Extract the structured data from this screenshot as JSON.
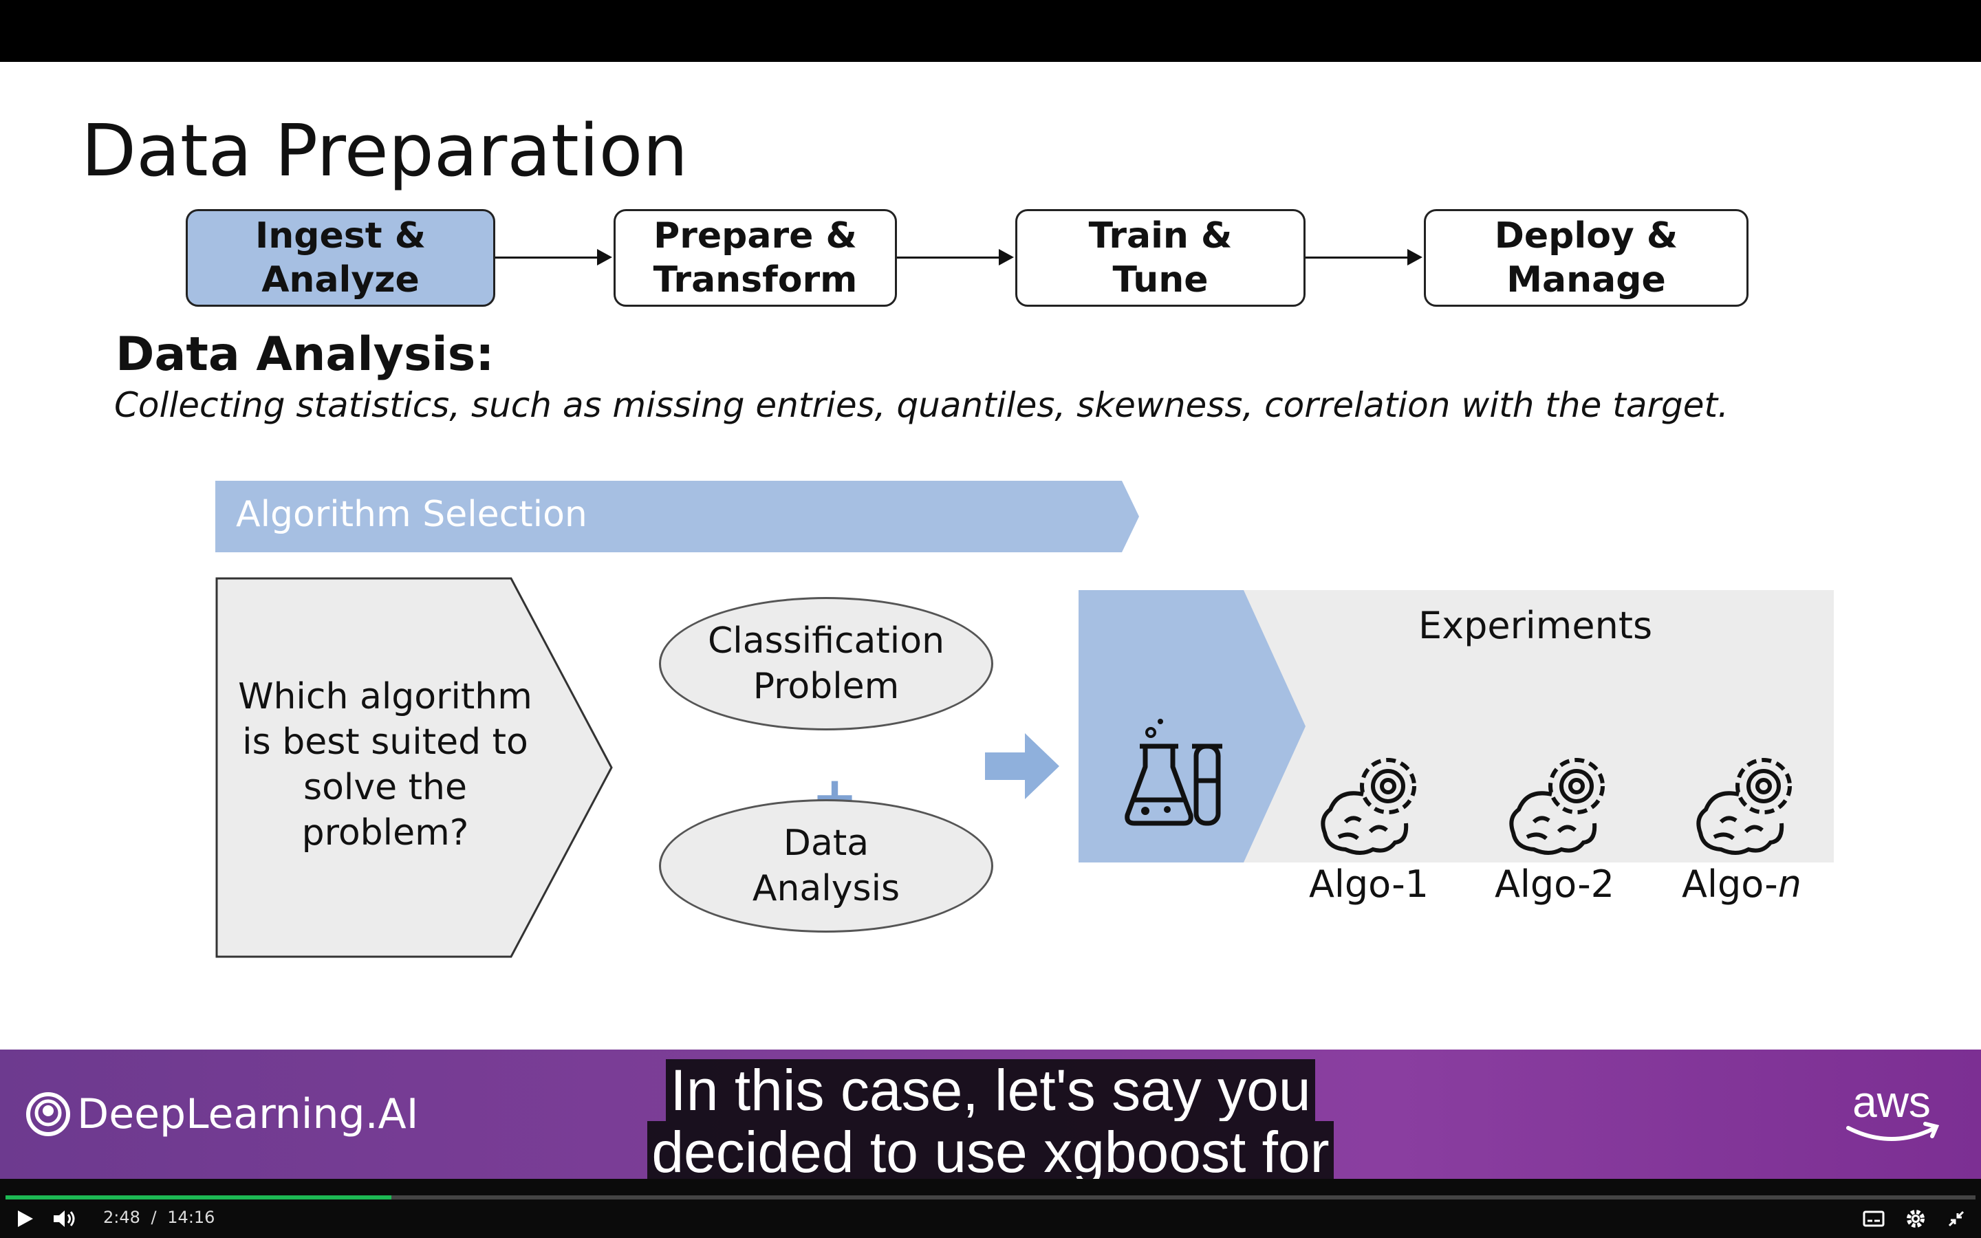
{
  "slide": {
    "title": "Data Preparation",
    "pipeline": [
      {
        "label": "Ingest &\nAnalyze",
        "active": true
      },
      {
        "label": "Prepare &\nTransform",
        "active": false
      },
      {
        "label": "Train &\nTune",
        "active": false
      },
      {
        "label": "Deploy &\nManage",
        "active": false
      }
    ],
    "section_heading": "Data Analysis:",
    "section_description": "Collecting statistics, such as missing entries, quantiles, skewness, correlation with the target.",
    "banner": "Algorithm Selection",
    "question": "Which algorithm\nis best suited to\nsolve the\nproblem?",
    "inputs": [
      "Classification\nProblem",
      "Data\nAnalysis"
    ],
    "plus": "+",
    "experiments": {
      "title": "Experiments",
      "algos": [
        {
          "name": "Algo-1",
          "suffix": ""
        },
        {
          "name": "Algo-2",
          "suffix": ""
        },
        {
          "name": "Algo-",
          "suffix": "n"
        }
      ]
    },
    "colors": {
      "accent": "#a6bfe2",
      "panel": "#ececec",
      "brand_purple": "#7e3e98"
    }
  },
  "branding": {
    "left_logo": "DeepLearning.AI",
    "right_logo": "aws"
  },
  "caption": {
    "lines": [
      "In this case, let's say you",
      "decided to use xgboost for"
    ]
  },
  "player": {
    "current_time": "2:48",
    "separator": "/",
    "duration": "14:16",
    "progress": 0.196
  }
}
